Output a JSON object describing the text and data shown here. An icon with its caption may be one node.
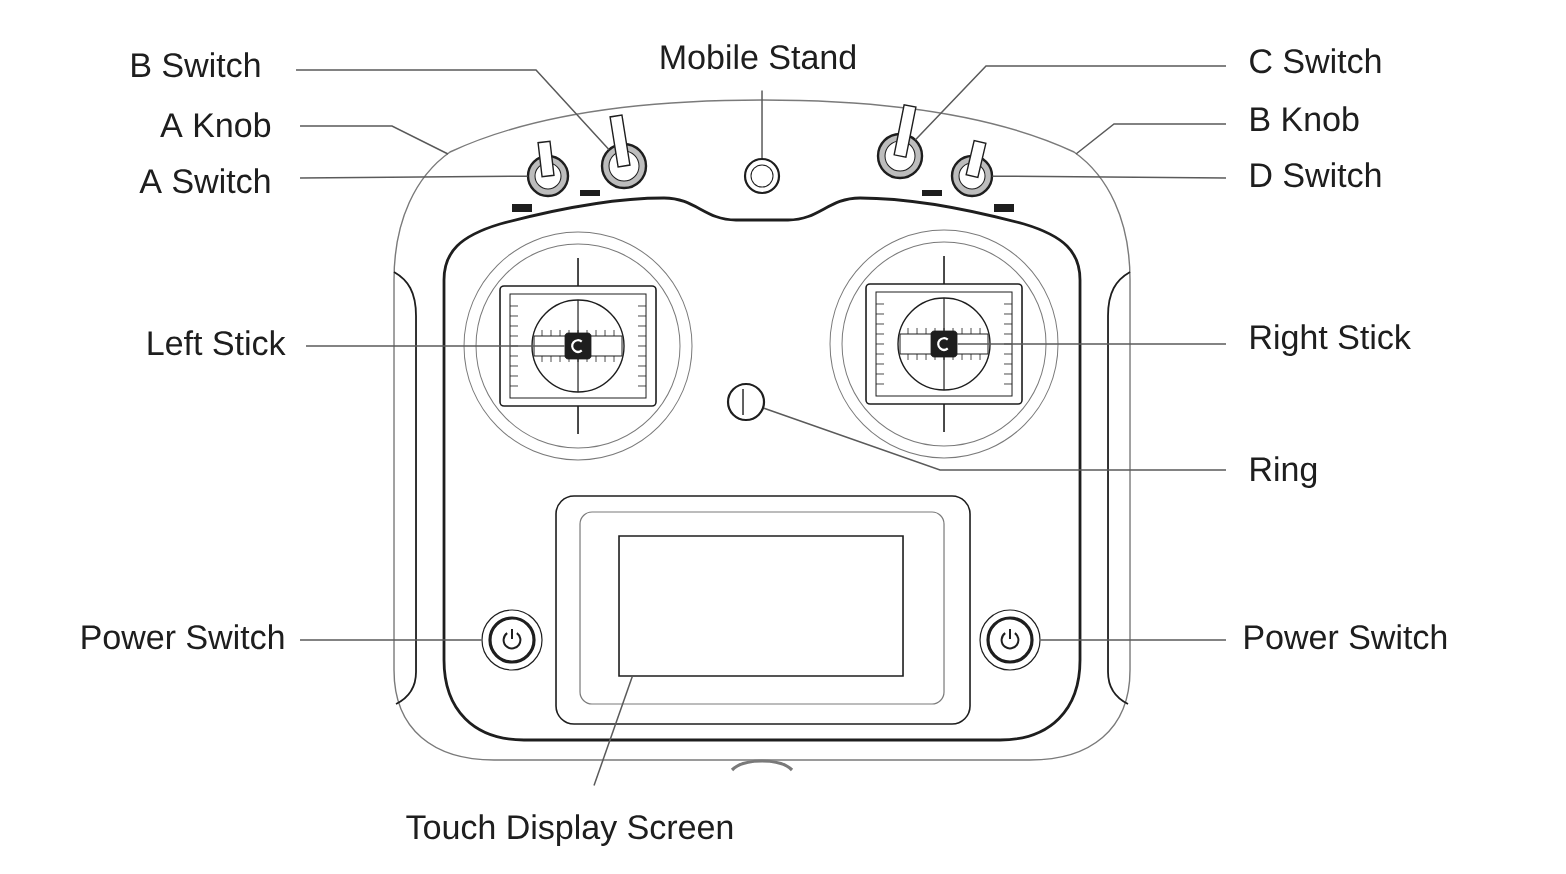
{
  "diagram": {
    "nodes": [
      {
        "text": [
          "B Switch"
        ]
      },
      {
        "text": [
          "A Knob"
        ]
      },
      {
        "text": [
          "A Switch"
        ]
      },
      {
        "text": [
          "Mobile Stand"
        ]
      },
      {
        "text": [
          "C Switch"
        ]
      },
      {
        "text": [
          "B Knob"
        ]
      },
      {
        "text": [
          "D Switch"
        ]
      },
      {
        "text": [
          "Left Stick"
        ]
      },
      {
        "text": [
          "Right Stick"
        ]
      },
      {
        "text": [
          "Ring"
        ]
      },
      {
        "text": [
          "Power Switch"
        ]
      },
      {
        "text": [
          "Power Switch"
        ]
      },
      {
        "text": [
          "Touch Display Screen"
        ]
      },
      {
        "text": [],
        "shape": "picture"
      },
      {
        "text": [],
        "shape": "picture"
      },
      {
        "text": [],
        "shape": "circle"
      },
      {
        "text": [],
        "shape": "picture"
      },
      {
        "text": [],
        "shape": "picture"
      },
      {
        "text": [],
        "shape": "picture"
      },
      {
        "text": [],
        "shape": "picture"
      },
      {
        "text": [],
        "shape": "circle"
      },
      {
        "text": [],
        "shape": "picture"
      },
      {
        "text": [],
        "shape": "picture"
      },
      {
        "text": [],
        "shape": "box"
      }
    ],
    "edges": [
      {
        "from": 0,
        "to": 14,
        "arrow": "none"
      },
      {
        "from": 1,
        "to": null,
        "arrow": "none"
      },
      {
        "from": 2,
        "to": 13,
        "arrow": "none"
      },
      {
        "from": 3,
        "to": 15,
        "arrow": "none"
      },
      {
        "from": 4,
        "to": 16,
        "arrow": "none"
      },
      {
        "from": 5,
        "to": null,
        "arrow": "none"
      },
      {
        "from": 6,
        "to": 17,
        "arrow": "none"
      },
      {
        "from": 7,
        "to": 18,
        "arrow": "none"
      },
      {
        "from": 8,
        "to": 19,
        "arrow": "none"
      },
      {
        "from": 9,
        "to": 20,
        "arrow": "none"
      },
      {
        "from": 10,
        "to": 21,
        "arrow": "none"
      },
      {
        "from": 11,
        "to": 22,
        "arrow": "none"
      },
      {
        "from": 12,
        "to": 23,
        "arrow": "none"
      }
    ]
  }
}
